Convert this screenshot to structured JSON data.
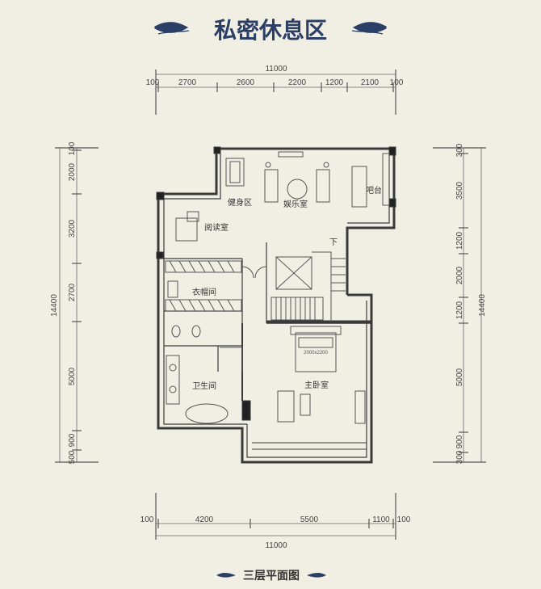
{
  "header": {
    "title": "私密休息区"
  },
  "footer": {
    "caption": "三层平面图"
  },
  "dimensions": {
    "top_total": "11000",
    "top_segments": [
      "100",
      "2700",
      "2600",
      "2200",
      "1200",
      "2100",
      "100"
    ],
    "bottom_total": "11000",
    "bottom_segments": [
      "100",
      "4200",
      "5500",
      "1100",
      "100"
    ],
    "left_total": "14400",
    "left_segments": [
      "100",
      "2000",
      "3200",
      "2700",
      "5000",
      "900",
      "500"
    ],
    "right_total": "14400",
    "right_segments": [
      "300",
      "3500",
      "1200",
      "2000",
      "1200",
      "5000",
      "900",
      "300"
    ]
  },
  "rooms": {
    "gym": "健身区",
    "entertainment": "娱乐室",
    "bar": "吧台",
    "reading": "阅读室",
    "closet": "衣帽间",
    "bathroom": "卫生间",
    "master": "主卧室",
    "bed_size": "2000x2200",
    "stair_down": "下"
  },
  "colors": {
    "background": "#f1efe4",
    "title": "#2b3f66",
    "ornament": "#2b3f66",
    "wall": "#3a3a3a"
  }
}
